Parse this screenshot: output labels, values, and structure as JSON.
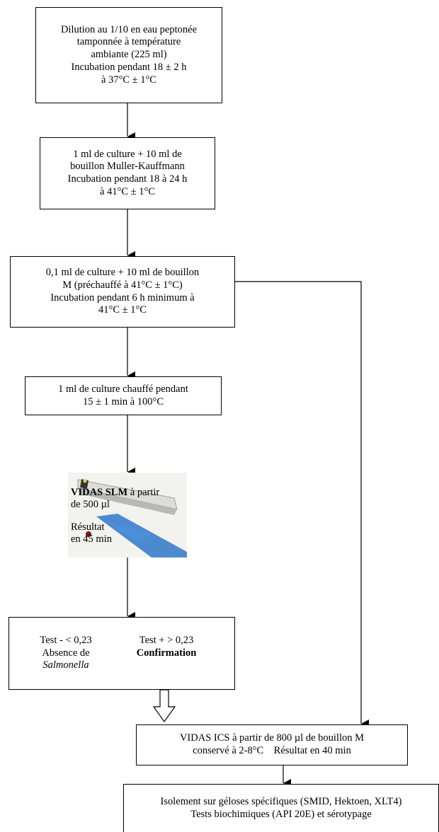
{
  "steps": {
    "dilution": [
      "Dilution au 1/10 en eau peptonée",
      "tamponnée à température",
      "ambiante (225 ml)",
      "Incubation pendant 18 ± 2 h",
      "à 37°C ± 1°C"
    ],
    "muller": [
      "1 ml de culture + 10 ml de",
      "bouillon Muller-Kauffmann",
      "Incubation pendant 18 à 24 h",
      "à 41°C ± 1°C"
    ],
    "bouillon_m": [
      "0,1 ml de culture + 10 ml de bouillon",
      "M (préchauffé à 41°C ± 1°C)",
      "Incubation pendant 6 h minimum à",
      "41°C ± 1°C"
    ],
    "heating": [
      "1 ml de culture chauffé pendant",
      "15 ± 1 min à 100°C"
    ],
    "vidas_slm": {
      "bold": "VIDAS SLM",
      "rest": " à partir",
      "line2": "de 500 µl",
      "line3": "Résultat",
      "line4": "en 45 min"
    },
    "test_result": {
      "negative": {
        "line1": "Test - < 0,23",
        "line2": "Absence de",
        "line3": "Salmonella"
      },
      "positive": {
        "line1": "Test + > 0,23",
        "line2": "Confirmation"
      }
    },
    "vidas_ics": [
      "VIDAS ICS à partir de 800 µl de bouillon M",
      "conservé à 2-8°C    Résultat en 40 min"
    ],
    "isolement": [
      "Isolement sur géloses spécifiques (SMID, Hektoen, XLT4)",
      "Tests biochimiques (API 20E) et sérotypage"
    ]
  }
}
